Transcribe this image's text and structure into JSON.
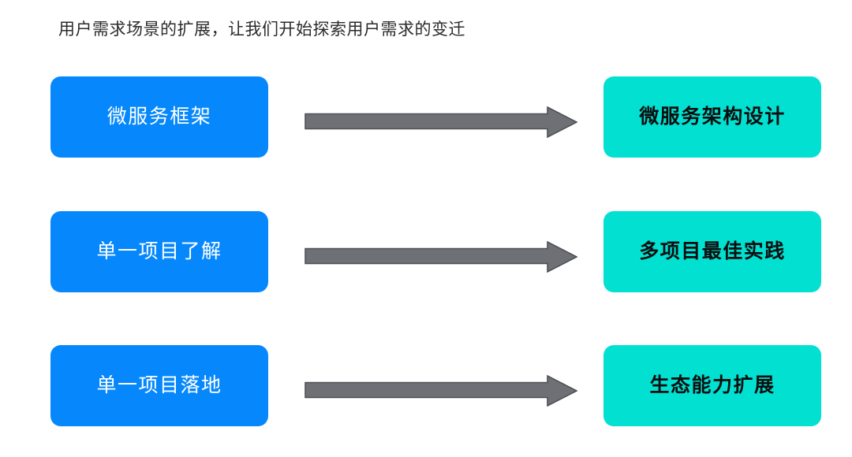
{
  "slide": {
    "title": "用户需求场景的扩展，让我们开始探索用户需求的变迁",
    "background_color": "#ffffff"
  },
  "theme": {
    "source_box_color": "#0688fc",
    "source_text_color": "#ffffff",
    "target_box_color": "#02e0d2",
    "target_text_color": "#0d0d0d",
    "arrow_fill_color": "#6e7075",
    "arrow_stroke_color": "#4f5156",
    "title_text_color": "#2b2b2b"
  },
  "flows": [
    {
      "source_label": "微服务框架",
      "arrow_icon": "right-block-arrow-icon",
      "target_label": "微服务架构设计"
    },
    {
      "source_label": "单一项目了解",
      "arrow_icon": "right-block-arrow-icon",
      "target_label": "多项目最佳实践"
    },
    {
      "source_label": "单一项目落地",
      "arrow_icon": "right-block-arrow-icon",
      "target_label": "生态能力扩展"
    }
  ]
}
